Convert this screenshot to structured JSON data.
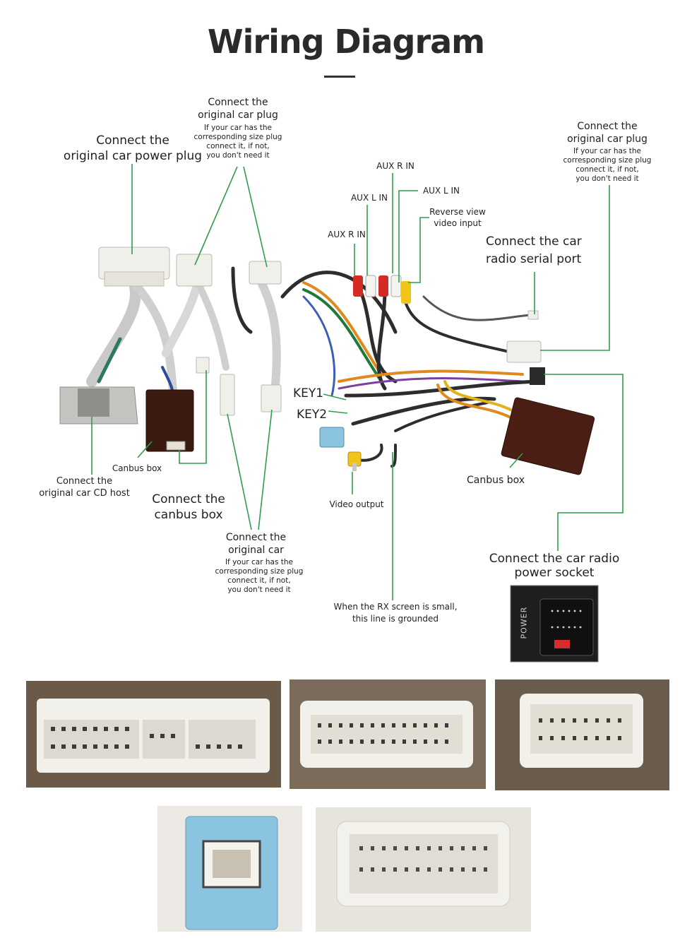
{
  "title": "Wiring Diagram",
  "labels": {
    "power_plug": "Connect the\noriginal car power plug",
    "plug_top_title": "Connect the\noriginal car plug",
    "plug_top_note": "If your car has the\ncorresponding size plug\nconnect it, if not,\nyou don't need it",
    "plug_right_title": "Connect the\noriginal car plug",
    "plug_right_note": "If your car has the\ncorresponding size plug\nconnect it, if not,\nyou don't need it",
    "aux_r_in_top": "AUX R IN",
    "aux_l_in_right": "AUX L IN",
    "aux_l_in_left": "AUX L IN",
    "aux_r_in_left": "AUX R IN",
    "reverse_view": "Reverse view\nvideo input",
    "serial_port": "Connect the car\nradio  serial port",
    "key1": "KEY1",
    "key2": "KEY2",
    "cd_host": "Connect the\noriginal car CD host",
    "canbus_box_left": "Canbus box",
    "canbus_connect": "Connect the\ncanbus box",
    "plug_bottom_title": "Connect the\noriginal car",
    "plug_bottom_note": "If your car has the\ncorresponding size plug\nconnect it, if not,\nyou don't need it",
    "video_output": "Video output",
    "canbus_box_right": "Canbus box",
    "power_socket": "Connect the car radio\npower socket",
    "rx_screen": "When the RX screen is small,\nthis line is grounded",
    "power_text": "POWER"
  },
  "colors": {
    "guide_line": "#2e9e4e",
    "connector_white": "#f1efe9",
    "canbus_box": "#4a1e12",
    "rca_red": "#d42b25",
    "rca_yellow": "#f0c419",
    "usb_blue": "#8bc4de"
  }
}
